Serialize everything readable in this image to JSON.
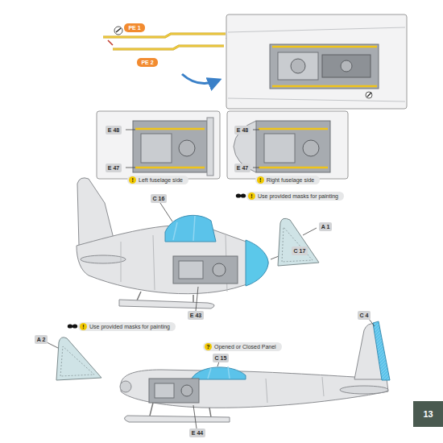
{
  "diagram": {
    "nodes": [
      {
        "text": [
          "PE 1"
        ]
      },
      {
        "text": [
          "PE 2"
        ]
      },
      {
        "text": [
          "E 48"
        ]
      },
      {
        "text": [
          "E 47"
        ]
      },
      {
        "text": [
          "!",
          "Left fuselage side"
        ]
      },
      {
        "text": [
          "E 48"
        ]
      },
      {
        "text": [
          "E 47"
        ]
      },
      {
        "text": [
          "!",
          "Right fuselage side"
        ]
      },
      {
        "text": [
          "!",
          "Use provided masks for painting"
        ]
      },
      {
        "text": [
          "C 16"
        ]
      },
      {
        "text": [
          "A 1"
        ]
      },
      {
        "text": [
          "C 17"
        ]
      },
      {
        "text": [
          "E 43"
        ]
      },
      {
        "text": [
          "!",
          "Use provided masks for painting"
        ]
      },
      {
        "text": [
          "A 2"
        ]
      },
      {
        "text": [
          "?",
          "Opened or Closed Panel"
        ]
      },
      {
        "text": [
          "C 15"
        ]
      },
      {
        "text": [
          "C 4"
        ]
      },
      {
        "text": [
          "E 44"
        ]
      },
      {
        "text": [
          "13"
        ]
      }
    ]
  }
}
